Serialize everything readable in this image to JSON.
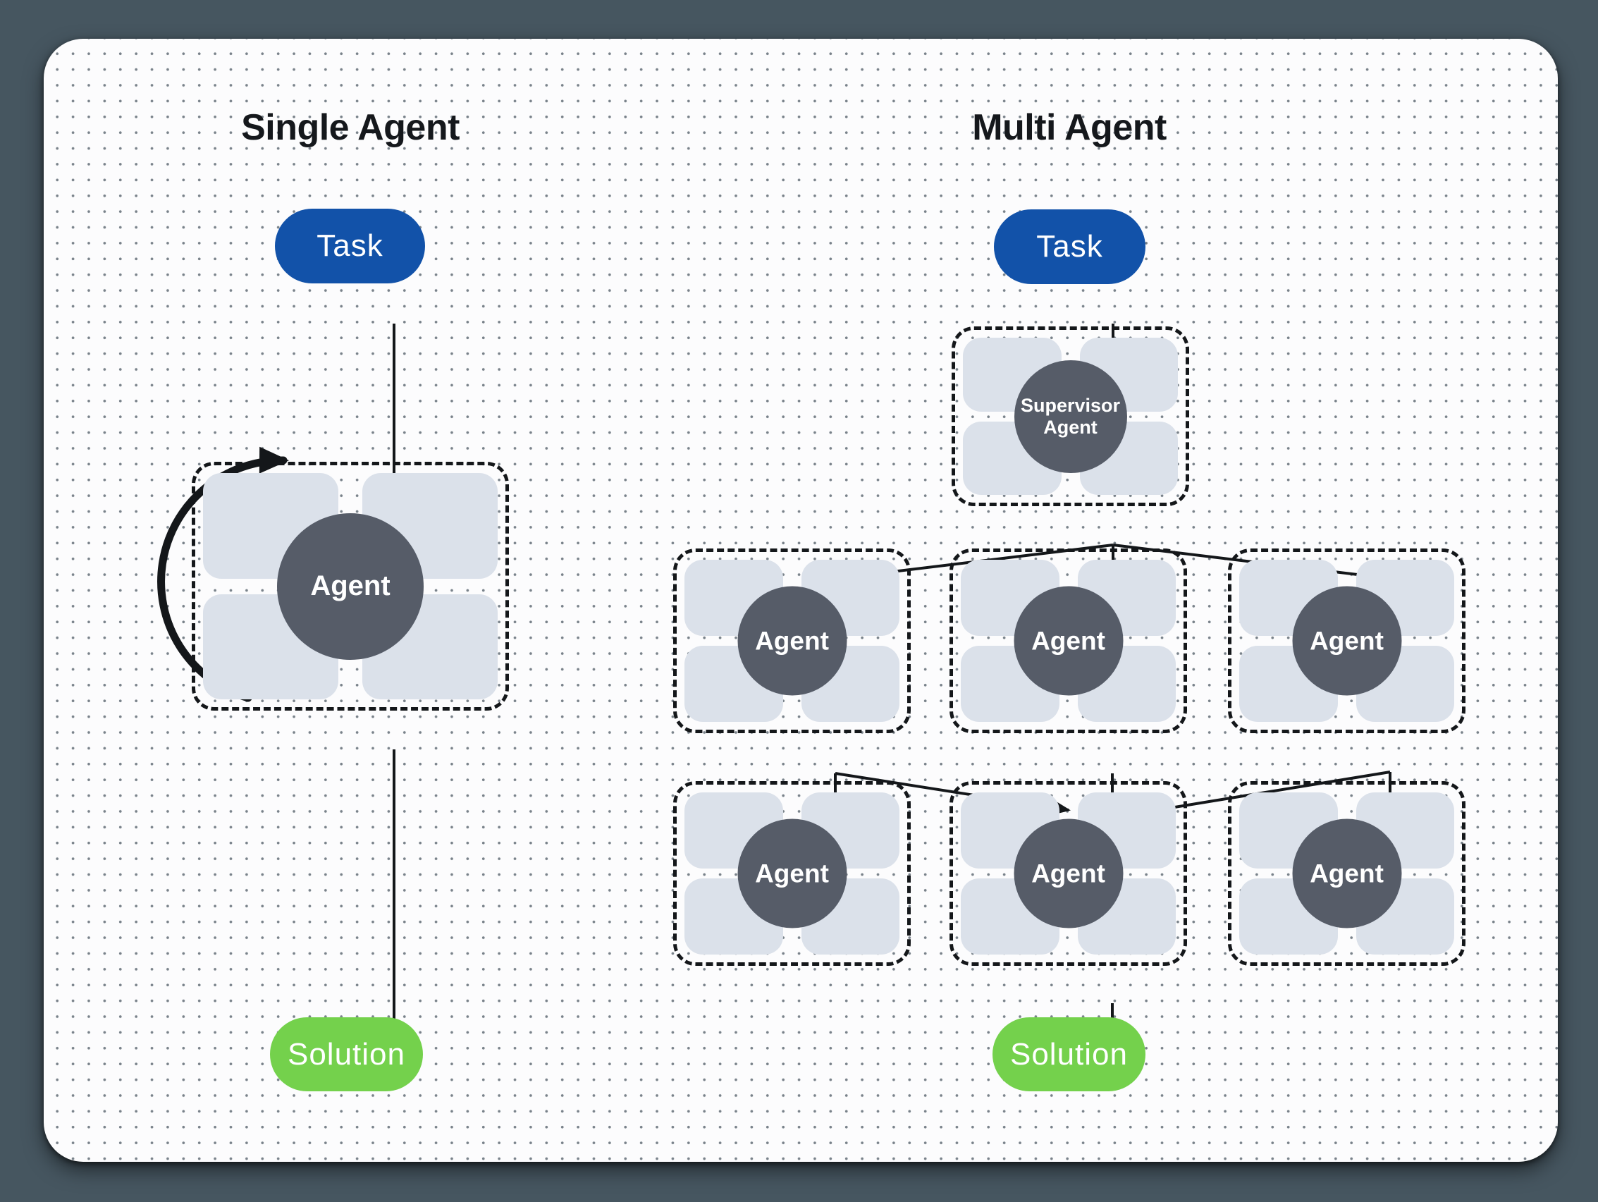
{
  "palette": {
    "page_bg": "#465660",
    "board_bg": "#fcfcfd",
    "dot_color": "#79828a",
    "title_color": "#15181c",
    "connector": "#14171a",
    "task_fill": "#1252a9",
    "solution_fill": "#74d14c",
    "agent_circle_fill": "#565c68",
    "module_fill": "#dbe1ea",
    "text_on_fill": "#ffffff"
  },
  "single_agent": {
    "title": "Single Agent",
    "task_label": "Task",
    "agent_label": "Agent",
    "solution_label": "Solution"
  },
  "multi_agent": {
    "title": "Multi Agent",
    "task_label": "Task",
    "supervisor_line1": "Supervisor",
    "supervisor_line2": "Agent",
    "workers_row1": [
      "Agent",
      "Agent",
      "Agent"
    ],
    "workers_row2": [
      "Agent",
      "Agent",
      "Agent"
    ],
    "solution_label": "Solution"
  }
}
